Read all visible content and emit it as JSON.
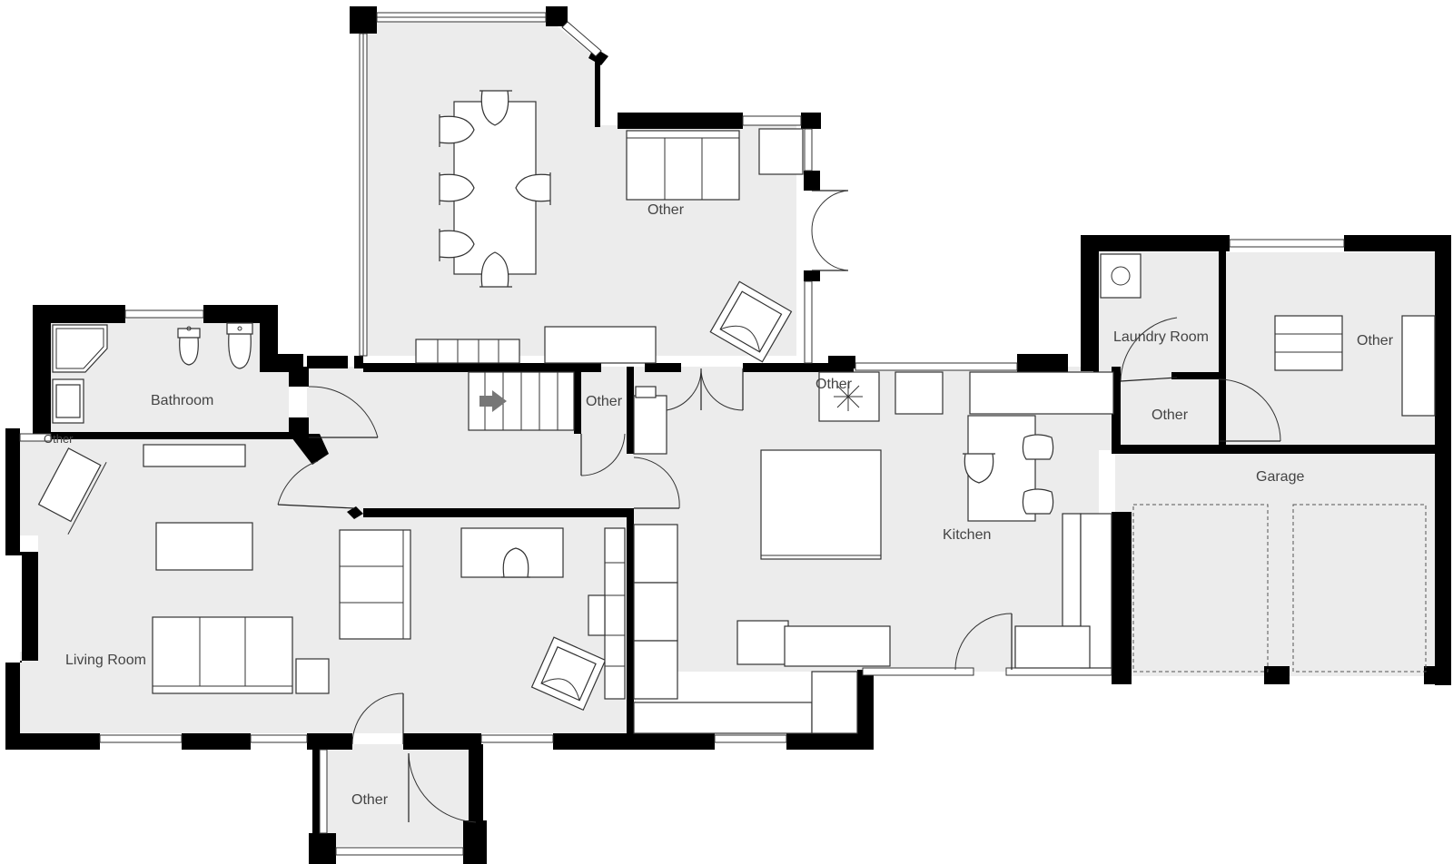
{
  "rooms": {
    "dining_other": "Other",
    "bathroom": "Bathroom",
    "bath_strip_other": "Other",
    "hall_other": "Other",
    "kitchen_top_other": "Other",
    "laundry": "Laundry Room",
    "garage_other": "Other",
    "laundry_other": "Other",
    "garage": "Garage",
    "kitchen": "Kitchen",
    "living": "Living Room",
    "porch_other": "Other"
  },
  "colors": {
    "floor": "#ececec",
    "wall": "#000000",
    "furniture": "#ffffff"
  }
}
